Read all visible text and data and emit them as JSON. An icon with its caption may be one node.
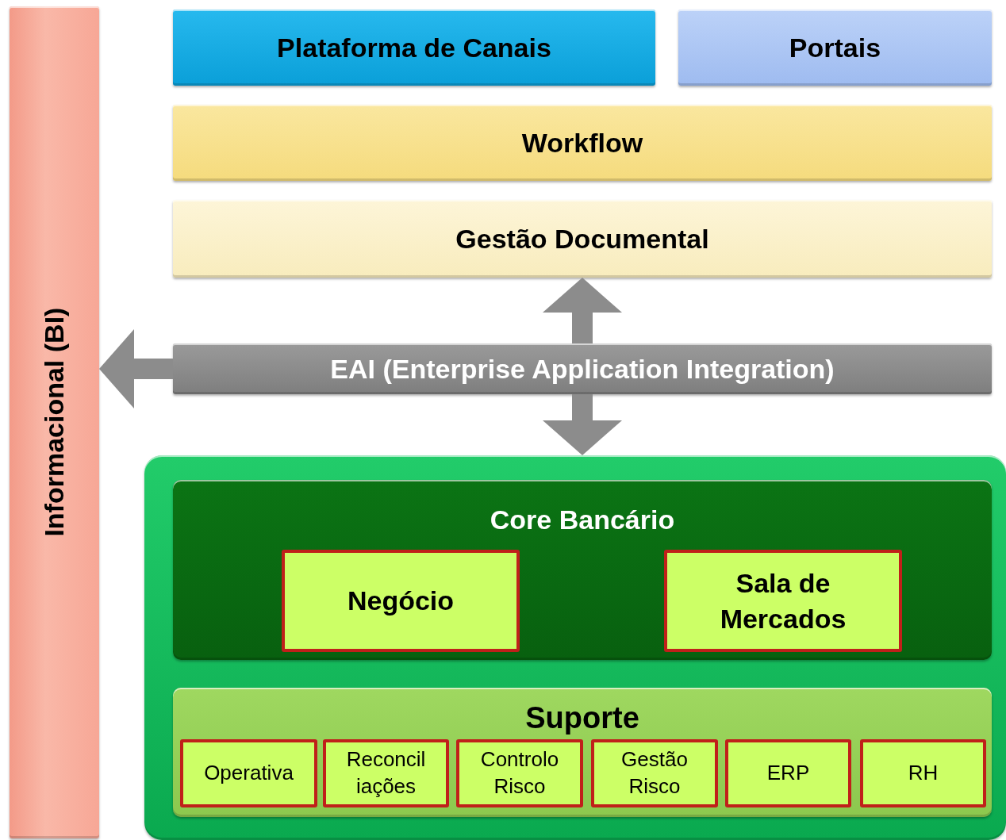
{
  "diagram": {
    "nodes": [
      {
        "text": [
          "Informacional (BI)"
        ]
      },
      {
        "text": [
          "Plataforma de Canais"
        ]
      },
      {
        "text": [
          "Portais"
        ]
      },
      {
        "text": [
          "Workflow"
        ]
      },
      {
        "text": [
          "Gestão Documental"
        ]
      },
      {
        "text": [
          "EAI (Enterprise Application Integration)"
        ]
      },
      {
        "text": [],
        "shape": "box"
      },
      {
        "text": [
          "Core Bancário"
        ],
        "in": 6
      },
      {
        "text": [
          "Negócio"
        ],
        "in": 7
      },
      {
        "text": [
          "Sala de Mercados"
        ],
        "in": 7
      },
      {
        "text": [
          "Suporte"
        ],
        "in": 6
      },
      {
        "text": [
          "Operativa"
        ],
        "in": 10
      },
      {
        "text": [
          "Reconcil iações"
        ],
        "in": 10
      },
      {
        "text": [
          "Controlo Risco"
        ],
        "in": 10
      },
      {
        "text": [
          "Gestão Risco"
        ],
        "in": 10
      },
      {
        "text": [
          "ERP"
        ],
        "in": 10
      },
      {
        "text": [
          "RH"
        ],
        "in": 10
      }
    ],
    "edges": [
      {
        "from": 5,
        "to": 4,
        "arrow": "to"
      },
      {
        "from": 5,
        "to": 0,
        "arrow": "to"
      },
      {
        "from": 5,
        "to": 6,
        "arrow": "to"
      }
    ]
  }
}
